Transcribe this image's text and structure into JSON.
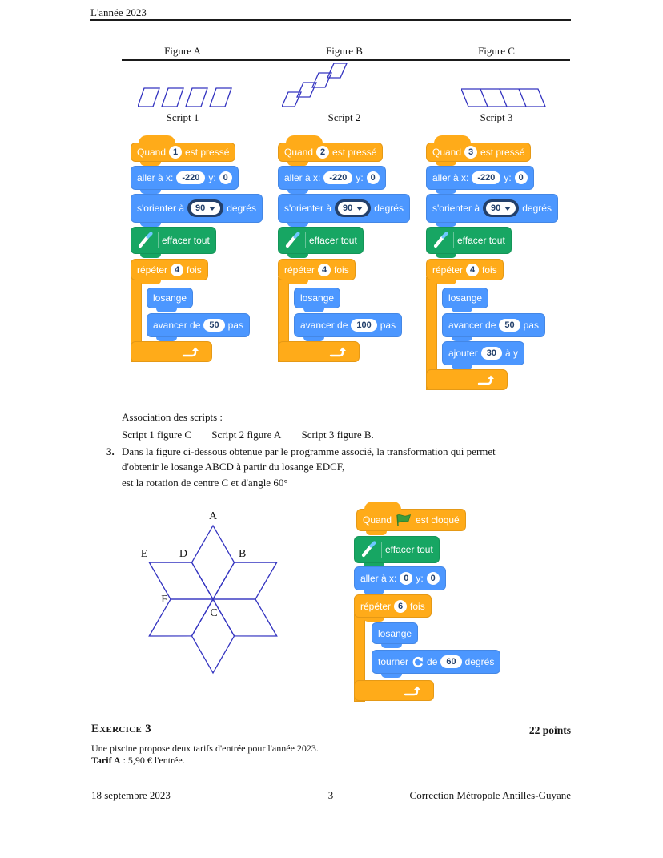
{
  "doc": {
    "header": "L'année 2023",
    "footer_left": "18 septembre 2023",
    "footer_page": "3",
    "footer_right": "Correction Métropole Antilles-Guyane"
  },
  "table": {
    "figure_a": "Figure A",
    "figure_b": "Figure B",
    "figure_c": "Figure C",
    "script_1": "Script 1",
    "script_2": "Script 2",
    "script_3": "Script 3"
  },
  "association": {
    "title": "Association des scripts :",
    "pair1": "Script 1 figure C",
    "pair2": "Script 2 figure A",
    "pair3": "Script 3 figure B."
  },
  "q3": {
    "num": "3.",
    "l1": "Dans la figure ci-dessous obtenue par le programme associé, la transformation qui permet",
    "l2": "d'obtenir le losange ABCD à partir du losange EDCF,",
    "l3": "est la rotation de centre C et d'angle 60°"
  },
  "star": {
    "A": "A",
    "B": "B",
    "C": "C",
    "D": "D",
    "E": "E",
    "F": "F"
  },
  "ex3": {
    "title": "Exercice 3",
    "points": "22 points",
    "p1": "Une piscine propose deux tarifs d'entrée pour l'année 2023.",
    "tarif_label": "Tarif A",
    "tarif_rest": " : 5,90 € l'entrée."
  },
  "scratch": {
    "labels": {
      "quand": "Quand",
      "est_presse": "est pressé",
      "est_cloque": "est cloqué",
      "aller_x": "aller à x:",
      "y": "y:",
      "sorienter": "s'orienter à",
      "degres": "degrés",
      "effacer": "effacer tout",
      "repeter": "répéter",
      "fois": "fois",
      "losange": "losange",
      "avancer": "avancer de",
      "pas": "pas",
      "ajouter": "ajouter",
      "a_y": "à y",
      "tourner": "tourner",
      "de": "de"
    },
    "s1": {
      "key": "1",
      "x": "-220",
      "y": "0",
      "angle": "90",
      "repeat": "4",
      "step": "50"
    },
    "s2": {
      "key": "2",
      "x": "-220",
      "y": "0",
      "angle": "90",
      "repeat": "4",
      "step": "100"
    },
    "s3": {
      "key": "3",
      "x": "-220",
      "y": "0",
      "angle": "90",
      "repeat": "4",
      "step": "50",
      "add": "30"
    },
    "s4": {
      "x": "0",
      "y": "0",
      "repeat": "6",
      "turn": "60"
    },
    "colors": {
      "motion_blue": "#4C97FF",
      "control_orange": "#FFAB19",
      "pen_green": "#17A663",
      "value_navy": "#23406B",
      "figure_blue": "#3434C0",
      "flag_green": "#3C9C3C"
    }
  }
}
